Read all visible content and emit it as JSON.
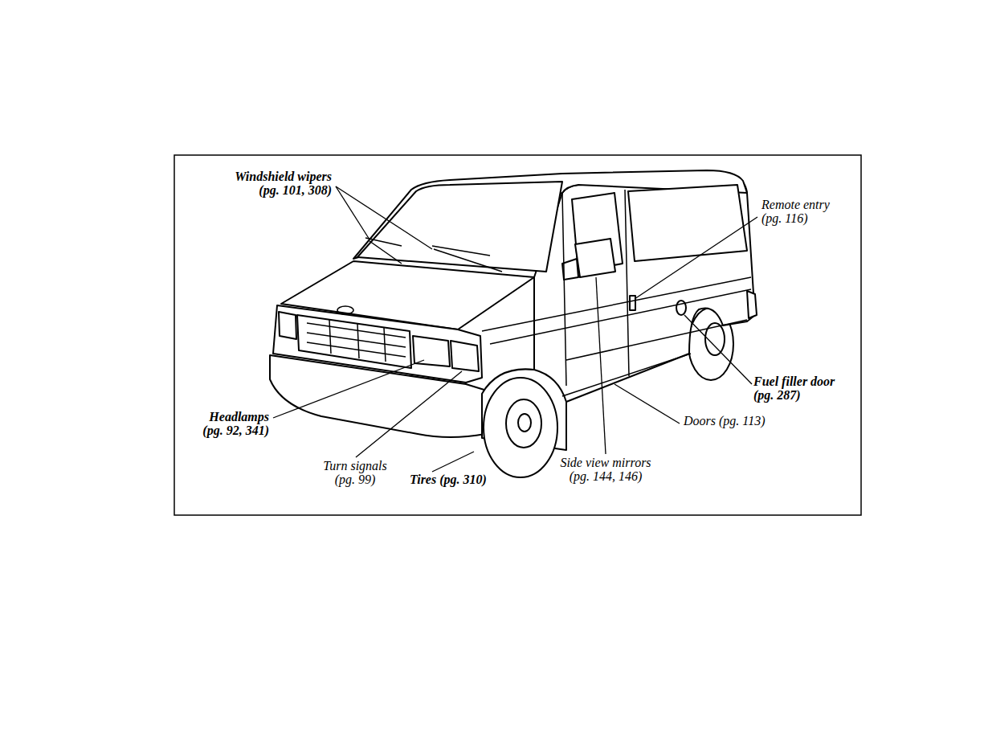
{
  "diagram": {
    "labels": [
      "Windshield wipers (pg. 101, 308)",
      "Remote entry (pg. 116)",
      "Fuel filler door (pg. 287)",
      "Doors (pg. 113)",
      "Side view mirrors (pg. 144, 146)",
      "Tires (pg. 310)",
      "Turn signals (pg. 99)",
      "Headlamps (pg. 92, 341)"
    ]
  }
}
